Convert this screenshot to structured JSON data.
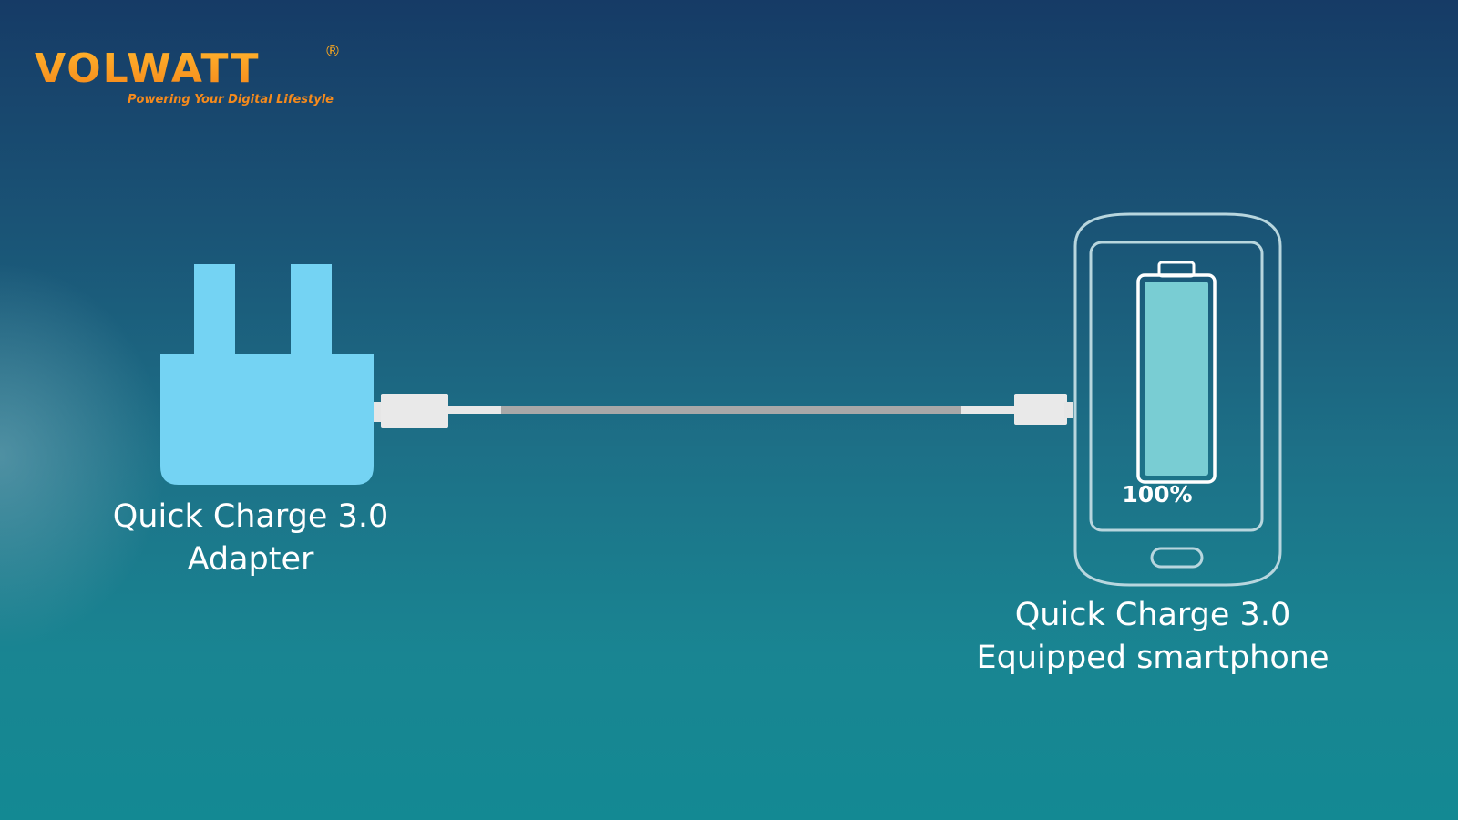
{
  "brand": {
    "name": "VOLWATT",
    "registered_mark": "®",
    "tagline": "Powering Your Digital Lifestyle"
  },
  "adapter": {
    "label_line1": "Quick Charge 3.0",
    "label_line2": "Adapter"
  },
  "phone": {
    "label_line1": "Quick Charge 3.0",
    "label_line2": "Equipped smartphone",
    "battery_level_text": "100%",
    "battery_level": 1.0
  },
  "colors": {
    "adapter": "#74d3f3",
    "cable": "#d6d6d6",
    "phone_outline": "#b8d6de",
    "battery_fill": "#79cdd3",
    "brand_orange": "#f58a1c"
  }
}
